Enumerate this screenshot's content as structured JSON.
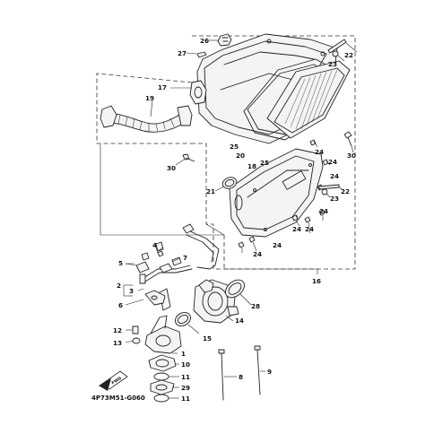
{
  "diagram": {
    "code": "4P73M51-G060",
    "labels": {
      "1": "1",
      "2": "2",
      "3": "3",
      "4": "4",
      "5": "5",
      "6": "6",
      "7": "7",
      "8": "8",
      "9": "9",
      "10": "10",
      "11a": "11",
      "11b": "11",
      "12": "12",
      "13": "13",
      "14": "14",
      "15": "15",
      "16": "16",
      "17": "17",
      "18": "18",
      "19": "19",
      "20": "20",
      "21": "21",
      "22a": "22",
      "22b": "22",
      "23a": "23",
      "23b": "23",
      "24a": "24",
      "24b": "24",
      "24c": "24",
      "24d": "24",
      "24e": "24",
      "24f": "24",
      "24g": "24",
      "25a": "25",
      "25b": "25",
      "26": "26",
      "27": "27",
      "28": "28",
      "29": "29",
      "30a": "30",
      "30b": "30"
    },
    "fwd": "FWD"
  }
}
